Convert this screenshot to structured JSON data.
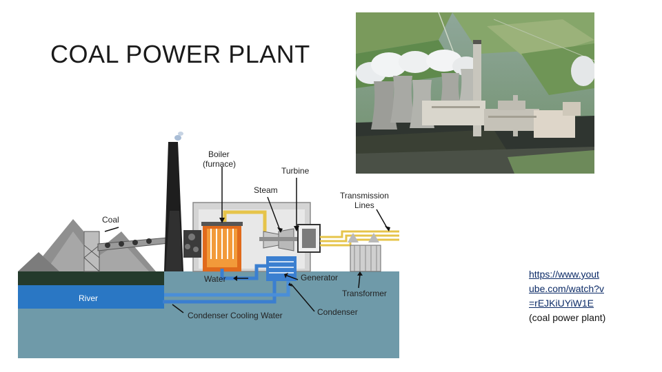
{
  "slide": {
    "title": "COAL POWER PLANT"
  },
  "diagram": {
    "labels": {
      "boiler_line1": "Boiler",
      "boiler_line2": "(furnace)",
      "turbine": "Turbine",
      "steam": "Steam",
      "transmission_line1": "Transmission",
      "transmission_line2": "Lines",
      "coal": "Coal",
      "water": "Water",
      "generator": "Generator",
      "river": "River",
      "transformer": "Transformer",
      "condenser": "Condenser",
      "cooling_water": "Condenser Cooling Water"
    }
  },
  "link": {
    "url_line1": "https://www.yout",
    "url_line2": "ube.com/watch?v",
    "url_line3": "=rEJKiUYiW1E",
    "caption": "(coal power plant)"
  },
  "colors": {
    "river": "#2a77c4",
    "ground": "#6f9aa9",
    "grass": "#243a2c",
    "pipe_blue": "#3b7fd0",
    "pipe_yellow": "#e6c44a",
    "link": "#0b2a66"
  }
}
